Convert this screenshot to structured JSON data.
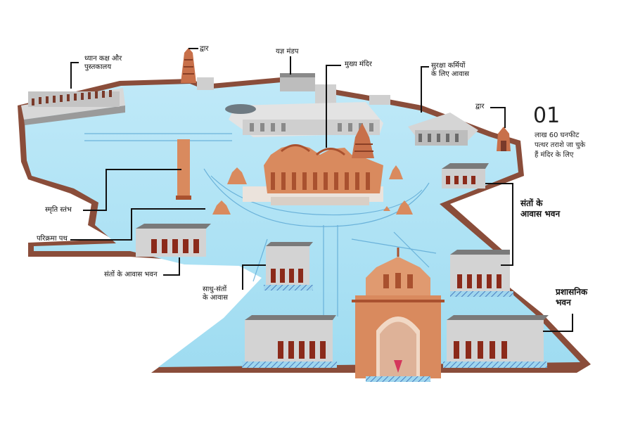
{
  "labels": {
    "meditation": "ध्यान कक्ष और\nपुस्तकालय",
    "gate_top": "द्वार",
    "yajna": "यज्ञ मंडप",
    "main_temple": "मुख्य मंदिर",
    "guards_quarters": "सुरक्षा कर्मियों\nके लिए आवास",
    "gate_right": "द्वार",
    "number": "01",
    "stone_note": "लाख 60 घनफीट\nपत्थर तराशे जा चुके\nहैं मंदिर के लिए",
    "saints_residence": "संतों के\nआवास भवन",
    "memorial_pillar": "स्मृति स्तंभ",
    "parikrama": "परिक्रमा पथ",
    "saints_residence_left": "संतों के आवास भवन",
    "sadhu_residence": "साधु-संतों\nके आवास",
    "admin_building": "प्रशासनिक\nभवन"
  },
  "colors": {
    "water": "#aee3f5",
    "wall": "#8a4d3a",
    "sandstone": "#d98a5e",
    "building_grey": "#c9c9c9",
    "roof_dark": "#7a7a7a",
    "window_red": "#8b2a1a"
  }
}
